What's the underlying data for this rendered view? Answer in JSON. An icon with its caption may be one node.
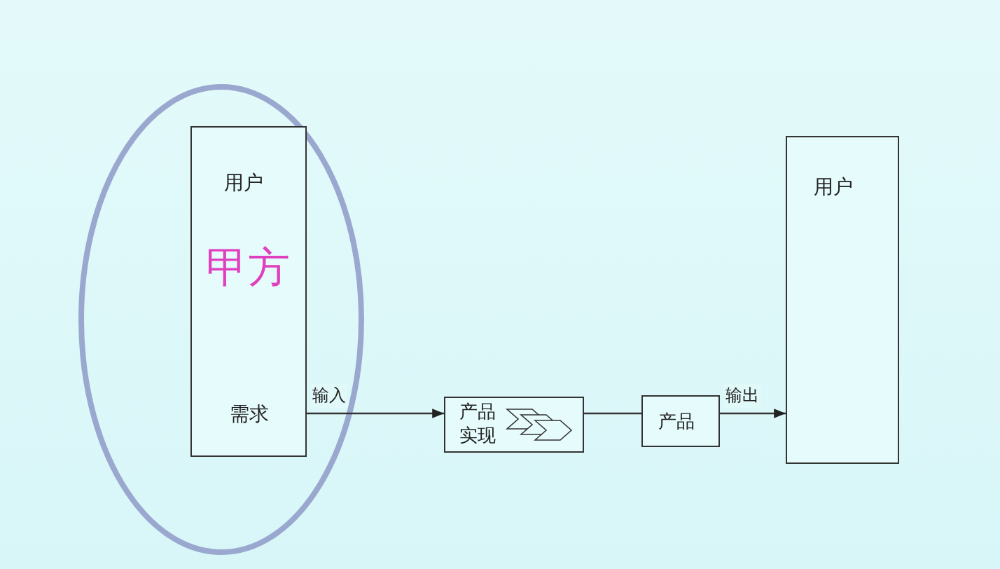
{
  "diagram": {
    "nodes": [
      {
        "text": [
          "用户",
          "甲方",
          "需求"
        ]
      },
      {
        "text": [
          "产品实现"
        ]
      },
      {
        "text": [
          "产品"
        ]
      },
      {
        "text": [
          "用户"
        ]
      }
    ],
    "edges": [
      {
        "from": 0,
        "to": 1,
        "arrow": "to",
        "label": "输入"
      },
      {
        "from": 1,
        "to": 2,
        "arrow": "none"
      },
      {
        "from": 2,
        "to": 3,
        "arrow": "to",
        "label": "输出"
      }
    ]
  }
}
